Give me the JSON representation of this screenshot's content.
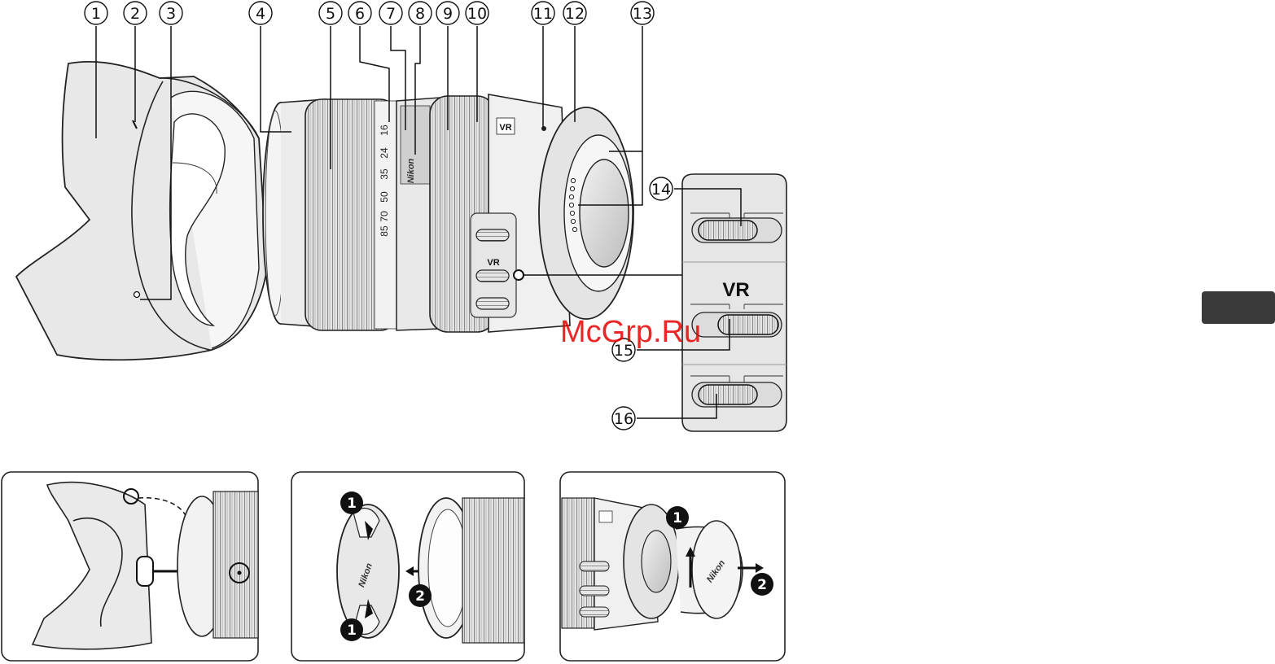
{
  "labels": [
    "1",
    "2",
    "3",
    "4",
    "5",
    "6",
    "7",
    "8",
    "9",
    "10",
    "11",
    "12",
    "13",
    "14",
    "15",
    "16"
  ],
  "focal_scale": [
    "16",
    "24",
    "35",
    "50",
    "70",
    "85"
  ],
  "switch_label": "VR",
  "lens_body_text": "VR",
  "brand": "Nikon",
  "step_markers": [
    "1",
    "2",
    "1",
    "1",
    "2"
  ],
  "watermark": "McGrp.Ru",
  "side_tab_color": "#3a3a3a",
  "accent_color": "#e60000"
}
